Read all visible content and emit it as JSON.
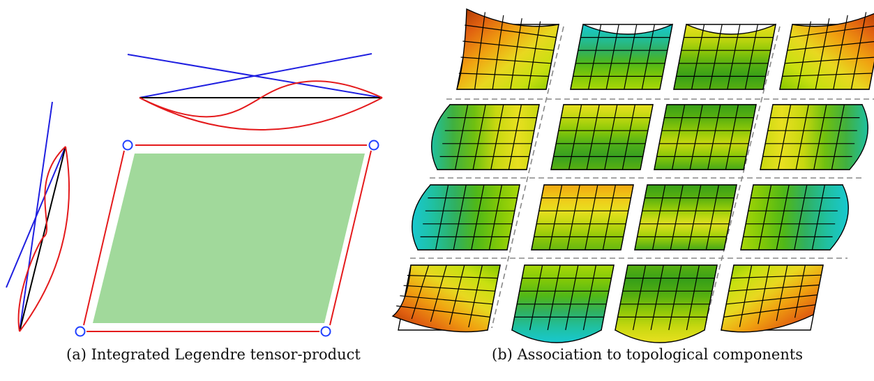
{
  "captions": {
    "a": "(a) Integrated Legendre tensor-product",
    "b": "(b) Association to topological components"
  },
  "colors": {
    "edge_mode": "#e41a1c",
    "vertex_mode": "#1f1fe0",
    "baseline": "#000000",
    "face_fill": "#a1d99b",
    "vertex_marker": "#1f3fff",
    "separator": "#888888",
    "grid": "#000000"
  },
  "mode_grid": {
    "rows": 4,
    "cols": 4,
    "cells": [
      {
        "row": 0,
        "col": 0,
        "kind": "vertex",
        "palette": [
          "#a03000",
          "#e06010",
          "#f0a010",
          "#e8d820",
          "#c8e010",
          "#88c800"
        ]
      },
      {
        "row": 0,
        "col": 1,
        "kind": "edge",
        "palette": [
          "#18c8d0",
          "#20c0a0",
          "#30b060",
          "#50b818",
          "#80c808",
          "#a8d808"
        ]
      },
      {
        "row": 0,
        "col": 2,
        "kind": "edge",
        "palette": [
          "#e8e020",
          "#c8d810",
          "#90c808",
          "#58b010",
          "#38a018",
          "#58b010"
        ]
      },
      {
        "row": 0,
        "col": 3,
        "kind": "vertex",
        "palette": [
          "#a03000",
          "#e06010",
          "#f0a010",
          "#e8d820",
          "#c8e010",
          "#88c800"
        ]
      },
      {
        "row": 1,
        "col": 0,
        "kind": "edge",
        "palette": [
          "#20c0a0",
          "#40b040",
          "#70c010",
          "#c8d810",
          "#e8e020",
          "#c8d810"
        ]
      },
      {
        "row": 1,
        "col": 1,
        "kind": "face",
        "palette": [
          "#e8e020",
          "#c0d810",
          "#88c808",
          "#50b018",
          "#38a020",
          "#58b010"
        ]
      },
      {
        "row": 1,
        "col": 2,
        "kind": "face",
        "palette": [
          "#38a018",
          "#58b010",
          "#90c808",
          "#c8d810",
          "#88c808",
          "#48a818"
        ]
      },
      {
        "row": 1,
        "col": 3,
        "kind": "edge",
        "palette": [
          "#20c0a0",
          "#40b040",
          "#70c010",
          "#c8d810",
          "#e8e020",
          "#c8d810"
        ]
      },
      {
        "row": 2,
        "col": 0,
        "kind": "edge",
        "palette": [
          "#18c8d0",
          "#20c0a0",
          "#30b060",
          "#50b818",
          "#80c808",
          "#a8d808"
        ]
      },
      {
        "row": 2,
        "col": 1,
        "kind": "face",
        "palette": [
          "#f0a810",
          "#f0c818",
          "#e8e020",
          "#c0d810",
          "#90c808",
          "#68b810"
        ]
      },
      {
        "row": 2,
        "col": 2,
        "kind": "face",
        "palette": [
          "#38a018",
          "#58b010",
          "#a0d008",
          "#e0e020",
          "#a0d008",
          "#48a818"
        ]
      },
      {
        "row": 2,
        "col": 3,
        "kind": "edge",
        "palette": [
          "#18c8d0",
          "#20c0a0",
          "#30b060",
          "#50b818",
          "#80c808",
          "#a8d808"
        ]
      },
      {
        "row": 3,
        "col": 0,
        "kind": "vertex",
        "palette": [
          "#a03000",
          "#e06010",
          "#f0a010",
          "#e8d820",
          "#c8e010",
          "#88c800"
        ]
      },
      {
        "row": 3,
        "col": 1,
        "kind": "edge",
        "palette": [
          "#18c8d0",
          "#20c0a0",
          "#30b060",
          "#50b818",
          "#80c808",
          "#a8d808"
        ]
      },
      {
        "row": 3,
        "col": 2,
        "kind": "edge",
        "palette": [
          "#e8e020",
          "#c8d810",
          "#90c808",
          "#58b010",
          "#38a018",
          "#58b010"
        ]
      },
      {
        "row": 3,
        "col": 3,
        "kind": "vertex",
        "palette": [
          "#a03000",
          "#e06010",
          "#f0a010",
          "#e8d820",
          "#c8e010",
          "#88c800"
        ]
      }
    ]
  }
}
